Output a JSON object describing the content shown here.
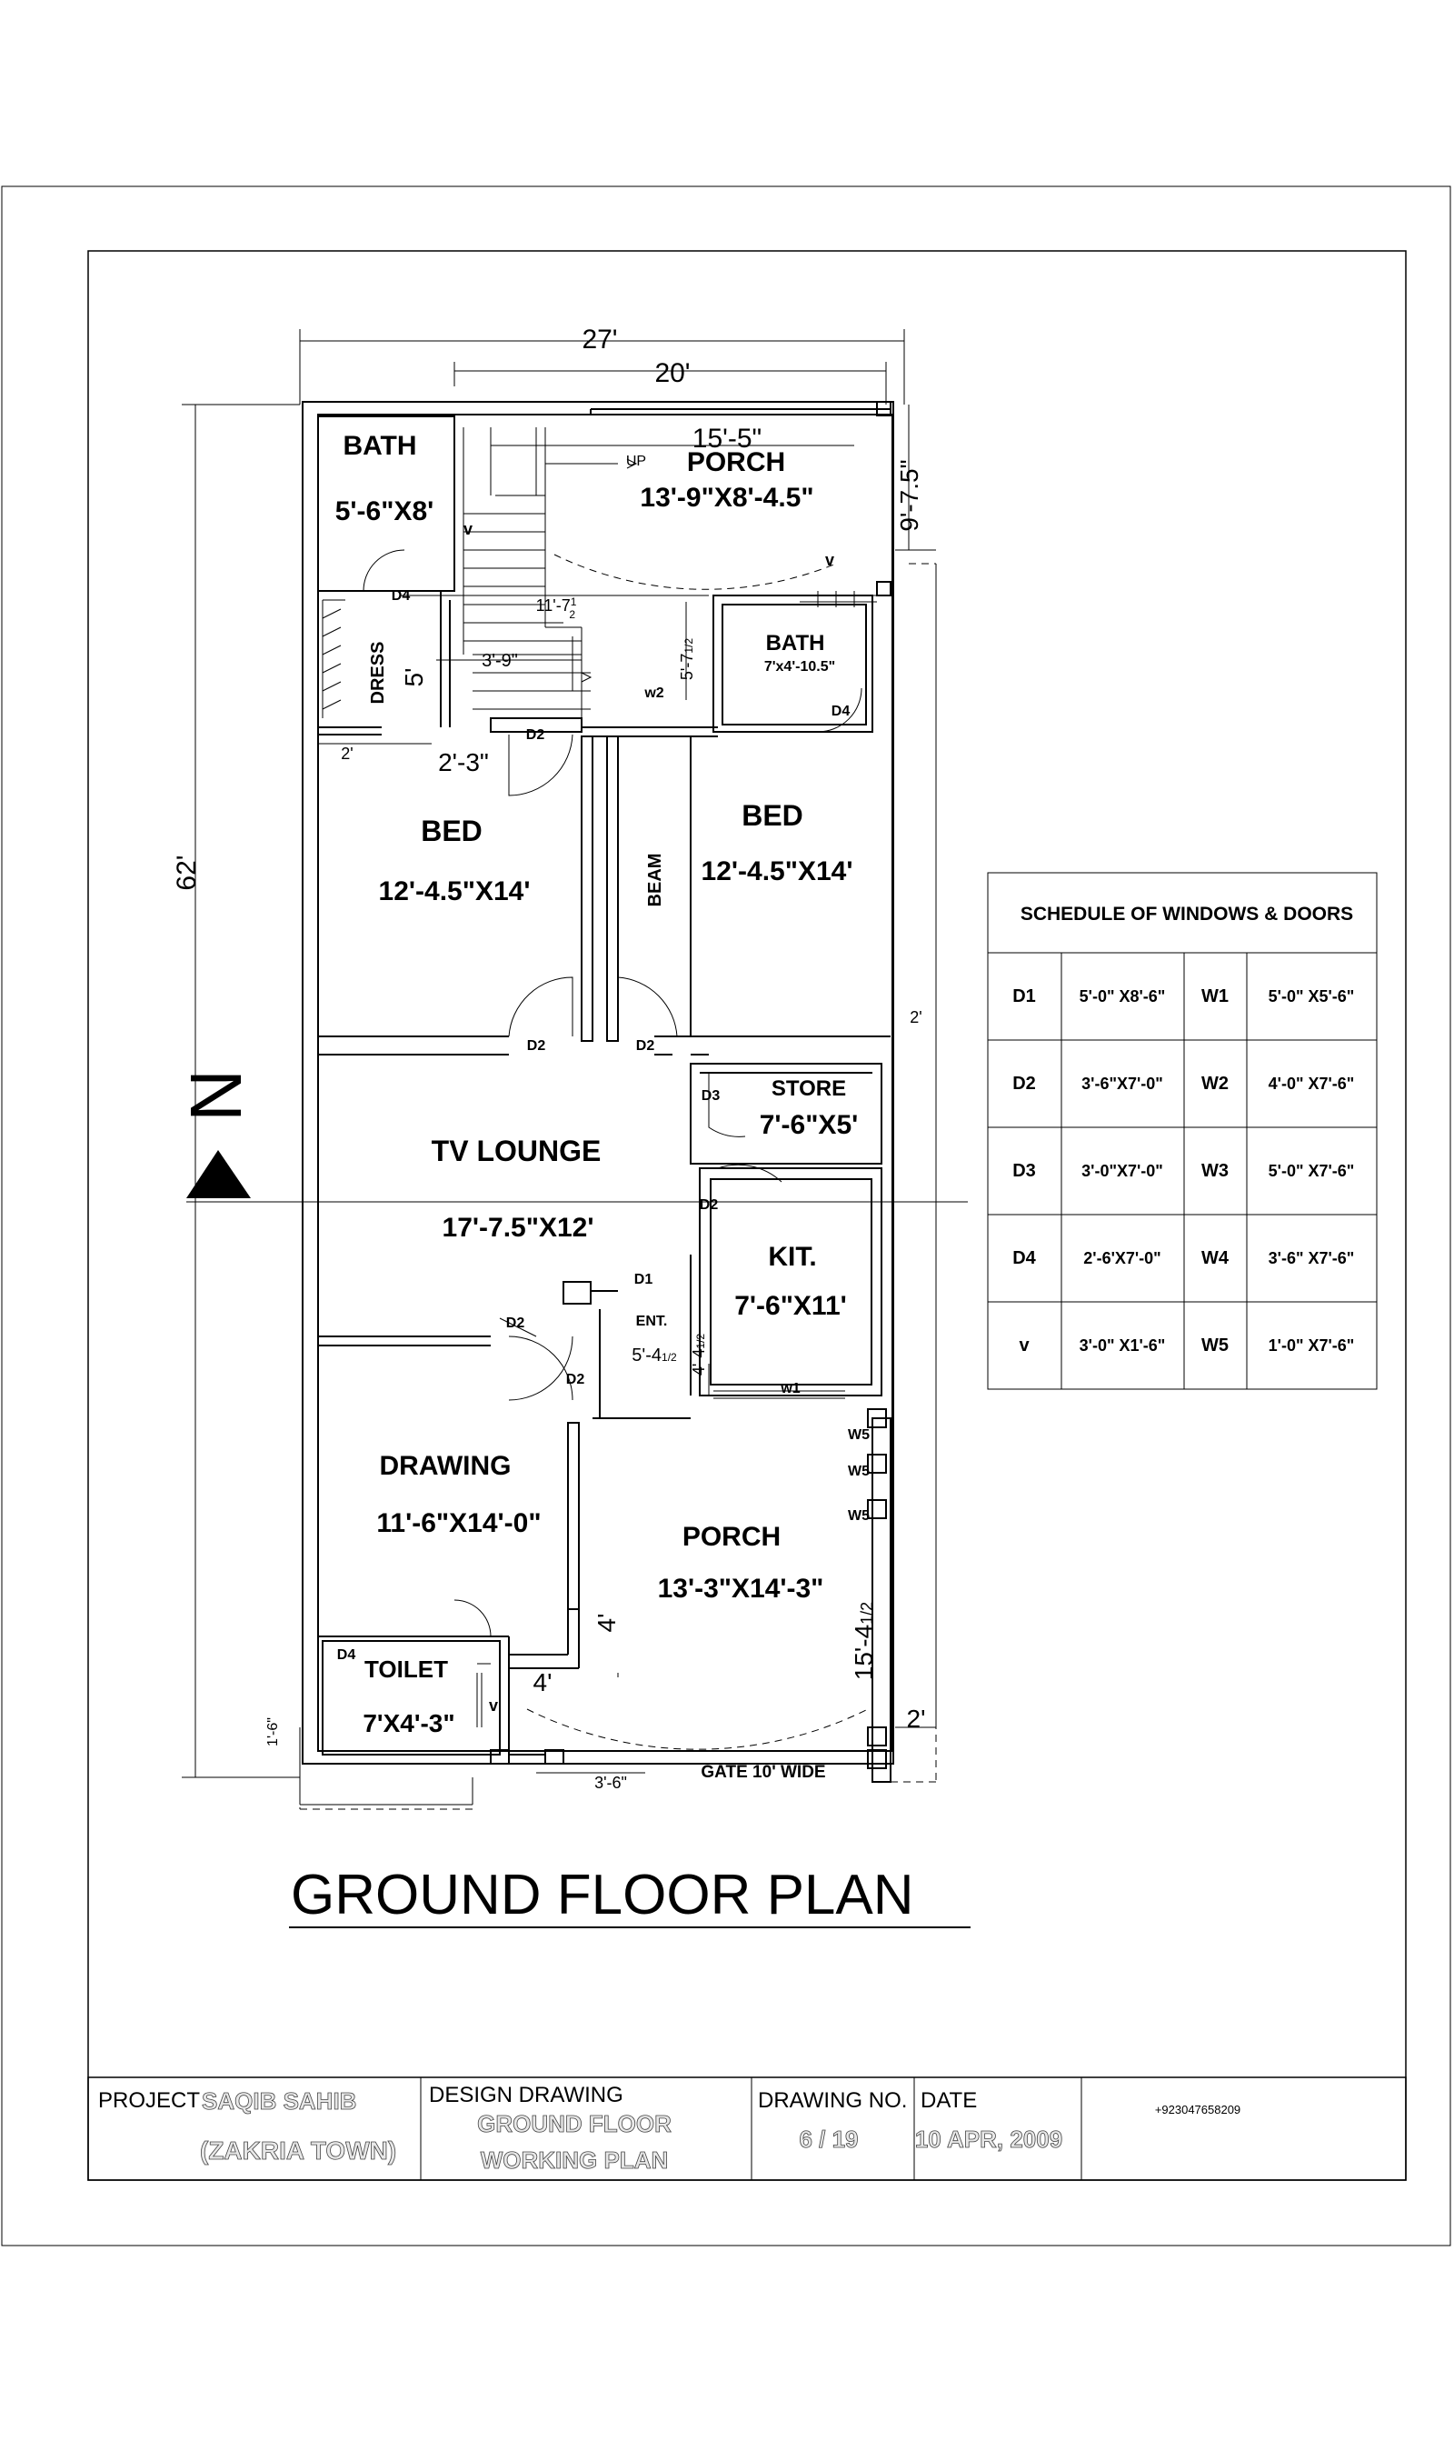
{
  "title": "GROUND FLOOR PLAN",
  "dimensions": {
    "overall_width": "27'",
    "inner_width": "20'",
    "overall_depth": "62'",
    "porch_top_width": "15'-5\"",
    "porch_top_depth": "9'-7.5\"",
    "stair_width": "11'-7",
    "stair_width_frac_n": "1",
    "stair_width_frac_d": "2",
    "stair_run": "3'-9\"",
    "landing_depth": "5'-7",
    "landing_frac": "1/2",
    "dress_depth": "5'",
    "dress_width": "2'-3\"",
    "side_gap": "2'",
    "side_gap_right": "2'",
    "ent_width": "5'-4",
    "ent_frac": "1/2",
    "ent_depth": "4'-4",
    "ent_depth_frac": "1/2",
    "porch_step": "4'",
    "porch_side": "4'",
    "porch_front_depth": "15'-4",
    "porch_front_frac": "1/2",
    "front_right_gap": "2'",
    "front_left_gap": "1'-6\"",
    "gate_offset": "3'-6\"",
    "gate_label": "GATE 10' WIDE"
  },
  "rooms": {
    "bath1": {
      "name": "BATH",
      "size": "5'-6\"X8'"
    },
    "porch_top": {
      "name": "PORCH",
      "size": "13'-9\"X8'-4.5\""
    },
    "bath2": {
      "name": "BATH",
      "size": "7'x4'-10.5\""
    },
    "dress": {
      "name": "DRESS"
    },
    "bed1": {
      "name": "BED",
      "size": "12'-4.5\"X14'"
    },
    "bed2": {
      "name": "BED",
      "size": "12'-4.5\"X14'"
    },
    "beam": {
      "name": "BEAM"
    },
    "store": {
      "name": "STORE",
      "size": "7'-6\"X5'"
    },
    "tv_lounge": {
      "name": "TV LOUNGE",
      "size": "17'-7.5\"X12'"
    },
    "kitchen": {
      "name": "KIT.",
      "size": "7'-6\"X11'"
    },
    "entrance": {
      "name": "ENT."
    },
    "drawing": {
      "name": "DRAWING",
      "size": "11'-6\"X14'-0\""
    },
    "porch_front": {
      "name": "PORCH",
      "size": "13'-3\"X14'-3\""
    },
    "toilet": {
      "name": "TOILET",
      "size": "7'X4'-3\""
    }
  },
  "markers": {
    "up": "UP",
    "north": "N",
    "v": "v",
    "d1": "D1",
    "d2": "D2",
    "d3": "D3",
    "d4": "D4",
    "w1": "w1",
    "w2": "w2",
    "w5": "W5"
  },
  "schedule": {
    "title": "SCHEDULE OF WINDOWS & DOORS",
    "rows": [
      {
        "code1": "D1",
        "size1": "5'-0\" X8'-6\"",
        "code2": "W1",
        "size2": "5'-0\" X5'-6\""
      },
      {
        "code1": "D2",
        "size1": "3'-6\"X7'-0\"",
        "code2": "W2",
        "size2": "4'-0\" X7'-6\""
      },
      {
        "code1": "D3",
        "size1": "3'-0\"X7'-0\"",
        "code2": "W3",
        "size2": "5'-0\" X7'-6\""
      },
      {
        "code1": "D4",
        "size1": "2'-6'X7'-0\"",
        "code2": "W4",
        "size2": "3'-6\" X7'-6\""
      },
      {
        "code1": "v",
        "size1": "3'-0\" X1'-6\"",
        "code2": "W5",
        "size2": "1'-0\" X7'-6\""
      }
    ]
  },
  "title_block": {
    "project_label": "PROJECT",
    "project_name": "SAQIB SAHIB",
    "project_location": "(ZAKRIA TOWN)",
    "design_label": "DESIGN DRAWING",
    "design_line1": "GROUND FLOOR",
    "design_line2": "WORKING PLAN",
    "drawing_no_label": "DRAWING NO.",
    "drawing_no": "6 / 19",
    "date_label": "DATE",
    "date": "10 APR, 2009",
    "phone": "+923047658209"
  }
}
